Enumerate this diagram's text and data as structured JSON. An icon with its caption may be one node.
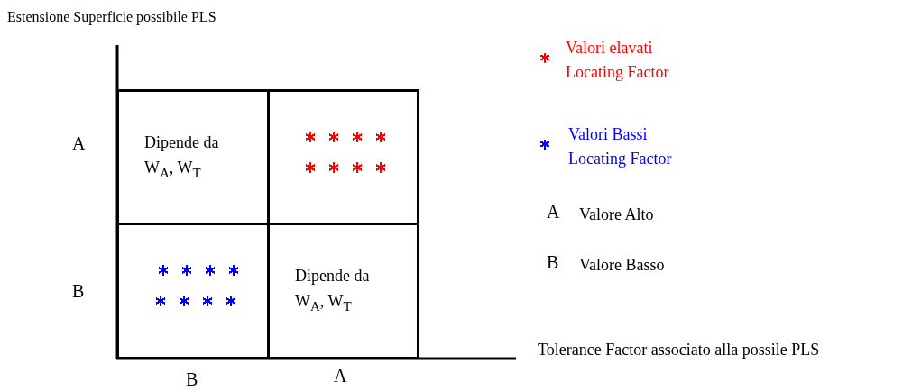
{
  "diagram": {
    "nodes": [
      {
        "text": [
          "Dipende da W$_{A}$, W$_{T}$"
        ]
      },
      {
        "text": [],
        "shape": "box"
      },
      {
        "text": [],
        "shape": "box"
      },
      {
        "text": [
          "Dipende da W$_{A}$, W$_{T}$"
        ]
      }
    ],
    "edges": [],
    "labels": [
      "Estensione Superficie  possibile PLS",
      "A",
      "B",
      "B",
      "A",
      "Tolerance Factor associato alla possile PLS",
      "A",
      "B"
    ],
    "legend": [
      {
        "text": "Valori elavati Locating Factor",
        "color": "#ff0000"
      },
      {
        "text": "Valori Bassi Locating Factor",
        "color": "#0000ff"
      },
      {
        "text": "Valore Alto"
      },
      {
        "text": "Valore Basso"
      }
    ]
  }
}
